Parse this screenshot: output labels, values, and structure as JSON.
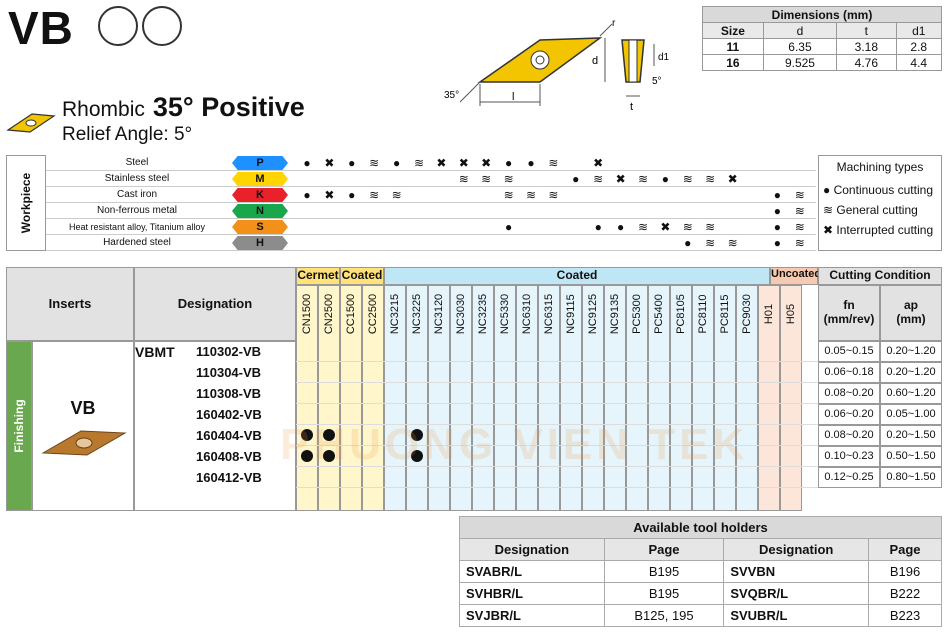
{
  "brand": "VB",
  "title": {
    "shape": "Rhombic",
    "angle": "35° Positive",
    "relief": "Relief Angle: 5°"
  },
  "dimensions": {
    "title": "Dimensions (mm)",
    "headers": [
      "Size",
      "d",
      "t",
      "d1"
    ],
    "rows": [
      [
        "11",
        "6.35",
        "3.18",
        "2.8"
      ],
      [
        "16",
        "9.525",
        "4.76",
        "4.4"
      ]
    ]
  },
  "drawing_labels": {
    "r": "r",
    "d": "d",
    "l": "l",
    "t": "t",
    "d1": "d1",
    "angle35": "35°",
    "angle5": "5°"
  },
  "workpiece": {
    "label": "Workpiece",
    "rows": [
      {
        "name": "Steel",
        "tag": "P",
        "color": "#1e90ff"
      },
      {
        "name": "Stainless steel",
        "tag": "M",
        "color": "#ffd400"
      },
      {
        "name": "Cast iron",
        "tag": "K",
        "color": "#e8212b"
      },
      {
        "name": "Non-ferrous metal",
        "tag": "N",
        "color": "#1aa64a"
      },
      {
        "name": "Heat resistant alloy, Titanium alloy",
        "tag": "S",
        "color": "#f39019"
      },
      {
        "name": "Hardened steel",
        "tag": "H",
        "color": "#8c8c8c"
      }
    ]
  },
  "machining_types": {
    "title": "Machining types",
    "continuous": "Continuous cutting",
    "general": "General cutting",
    "interrupted": "Interrupted cutting"
  },
  "table": {
    "inserts_header": "Inserts",
    "designation_header": "Designation",
    "group_cermet": "Cermet",
    "group_coated1": "Coated",
    "group_coated2": "Coated",
    "group_uncoated": "Uncoated",
    "cutting_condition": "Cutting Condition",
    "fn_header": "fn\n(mm/rev)",
    "ap_header": "ap\n(mm)",
    "section": "Finishing",
    "insert_name": "VB",
    "series": "VBMT",
    "grades": [
      "CN1500",
      "CN2500",
      "CC1500",
      "CC2500",
      "NC3215",
      "NC3225",
      "NC3120",
      "NC3030",
      "NC3235",
      "NC5330",
      "NC6310",
      "NC6315",
      "NC9115",
      "NC9125",
      "NC9135",
      "PC5300",
      "PC5400",
      "PC8105",
      "PC8110",
      "PC8115",
      "PC9030",
      "H01",
      "H05"
    ],
    "rows": [
      {
        "designation": "110302-VB",
        "fn": "0.05~0.15",
        "ap": "0.20~1.20"
      },
      {
        "designation": "110304-VB",
        "fn": "0.06~0.18",
        "ap": "0.20~1.20"
      },
      {
        "designation": "110308-VB",
        "fn": "0.08~0.20",
        "ap": "0.60~1.20"
      },
      {
        "designation": "160402-VB",
        "fn": "0.06~0.20",
        "ap": "0.05~1.00"
      },
      {
        "designation": "160404-VB",
        "fn": "0.08~0.20",
        "ap": "0.20~1.50"
      },
      {
        "designation": "160408-VB",
        "fn": "0.10~0.23",
        "ap": "0.50~1.50"
      },
      {
        "designation": "160412-VB",
        "fn": "0.12~0.25",
        "ap": "0.80~1.50"
      }
    ]
  },
  "holders": {
    "title": "Available tool holders",
    "headers": [
      "Designation",
      "Page",
      "Designation",
      "Page"
    ],
    "rows": [
      [
        "SVABR/L",
        "B195",
        "SVVBN",
        "B196"
      ],
      [
        "SVHBR/L",
        "B195",
        "SVQBR/L",
        "B222"
      ],
      [
        "SVJBR/L",
        "B125, 195",
        "SVUBR/L",
        "B223"
      ]
    ]
  },
  "watermark": "PHUONG VIEN TEK"
}
